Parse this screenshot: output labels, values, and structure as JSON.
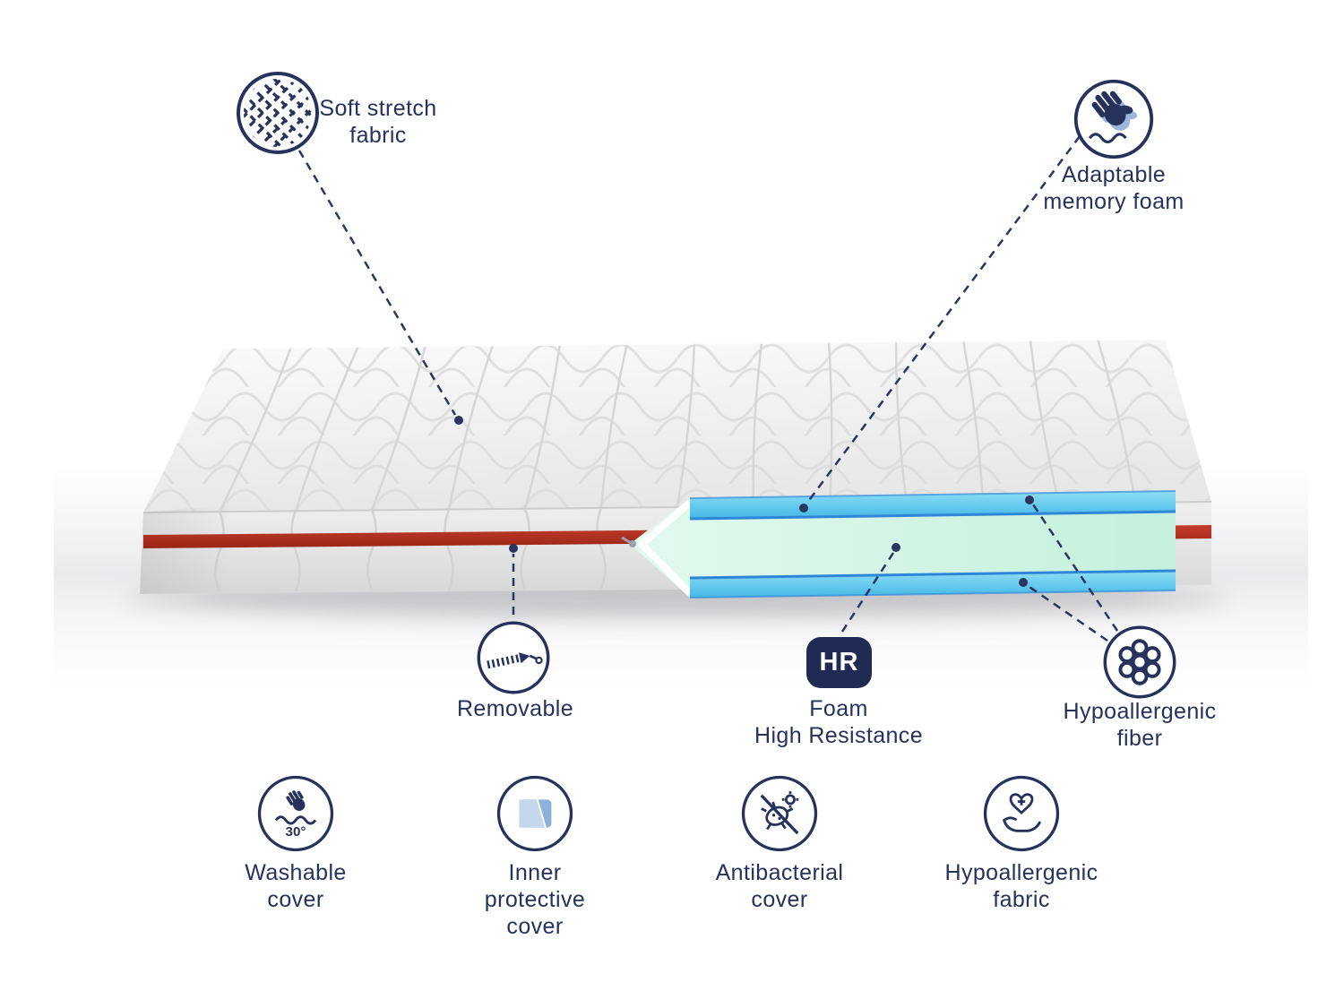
{
  "callouts": {
    "soft_stretch": {
      "label": "Soft stretch\nfabric",
      "icon": "fabric-weave-icon"
    },
    "memory_foam": {
      "label": "Adaptable\nmemory foam",
      "icon": "hand-press-foam-icon"
    },
    "removable": {
      "label": "Removable",
      "icon": "zipper-icon"
    },
    "hr_foam": {
      "badge": "HR",
      "label": "Foam\nHigh Resistance",
      "icon": "hr-badge"
    },
    "hypo_fiber": {
      "label": "Hypoallergenic\nfiber",
      "icon": "fiber-cluster-icon"
    }
  },
  "features": [
    {
      "label": "Washable\ncover",
      "temp": "30°",
      "icon": "hand-wash-30-icon"
    },
    {
      "label": "Inner\nprotective\ncover",
      "icon": "protective-cover-icon"
    },
    {
      "label": "Antibacterial\ncover",
      "icon": "no-bacteria-icon"
    },
    {
      "label": "Hypoallergenic\nfabric",
      "icon": "hand-heart-cross-icon"
    }
  ],
  "colors": {
    "text_navy": "#26325c",
    "stripe_red": "#b02c1c",
    "layer_cyan": "#55c3ea",
    "layer_mint": "#cdf2e1",
    "layer_edge_blue": "#2f86d8"
  }
}
